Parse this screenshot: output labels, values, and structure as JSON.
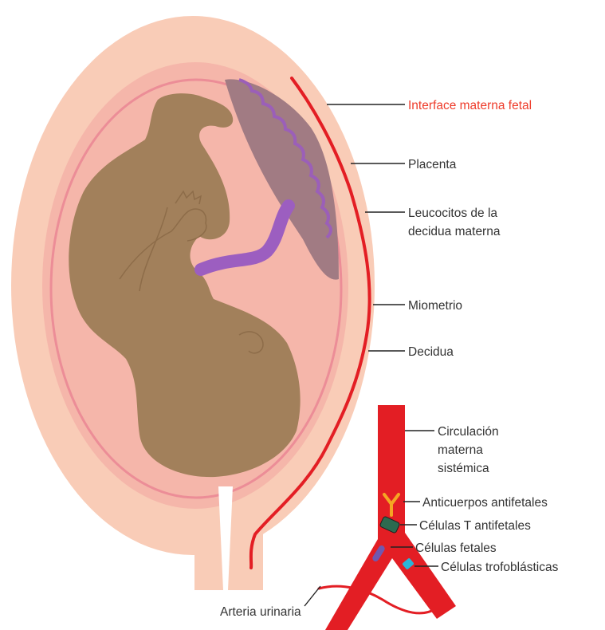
{
  "colors": {
    "outer_uterus": "#f9ccb7",
    "inner_uterus": "#f5b6aa",
    "amniotic_line": "#ec8d97",
    "fetus": "#a2805b",
    "fetus_outline": "#8d6c49",
    "placenta": "#a17b83",
    "placenta_edge": "#9b5fb8",
    "umbilical_cord": "#9c5ec0",
    "vessel": "#e31e24",
    "label_text": "#333333",
    "accent_label": "#ee3b2a",
    "antibody": "#f5a623",
    "t_cell": "#2d6a4f",
    "fetal_cell": "#7058b0",
    "trophoblast_cell": "#29b6d8"
  },
  "labels": {
    "interface": "Interface materna fetal",
    "placenta": "Placenta",
    "leucocitos_line1": "Leucocitos de la",
    "leucocitos_line2": "decidua materna",
    "miometrio": "Miometrio",
    "decidua": "Decidua",
    "circulacion_line1": "Circulación",
    "circulacion_line2": "materna",
    "circulacion_line3": "sistémica",
    "anticuerpos": "Anticuerpos antifetales",
    "celulas_t": "Células T antifetales",
    "celulas_fetales": "Células fetales",
    "celulas_trofoblasticas": "Células trofoblásticas",
    "arteria": "Arteria urinaria"
  },
  "icons": {
    "antibody": "antibody-y-icon",
    "t_cell": "t-cell-icon",
    "fetal_cell": "fetal-cell-icon",
    "trophoblast_cell": "trophoblast-cell-icon"
  }
}
